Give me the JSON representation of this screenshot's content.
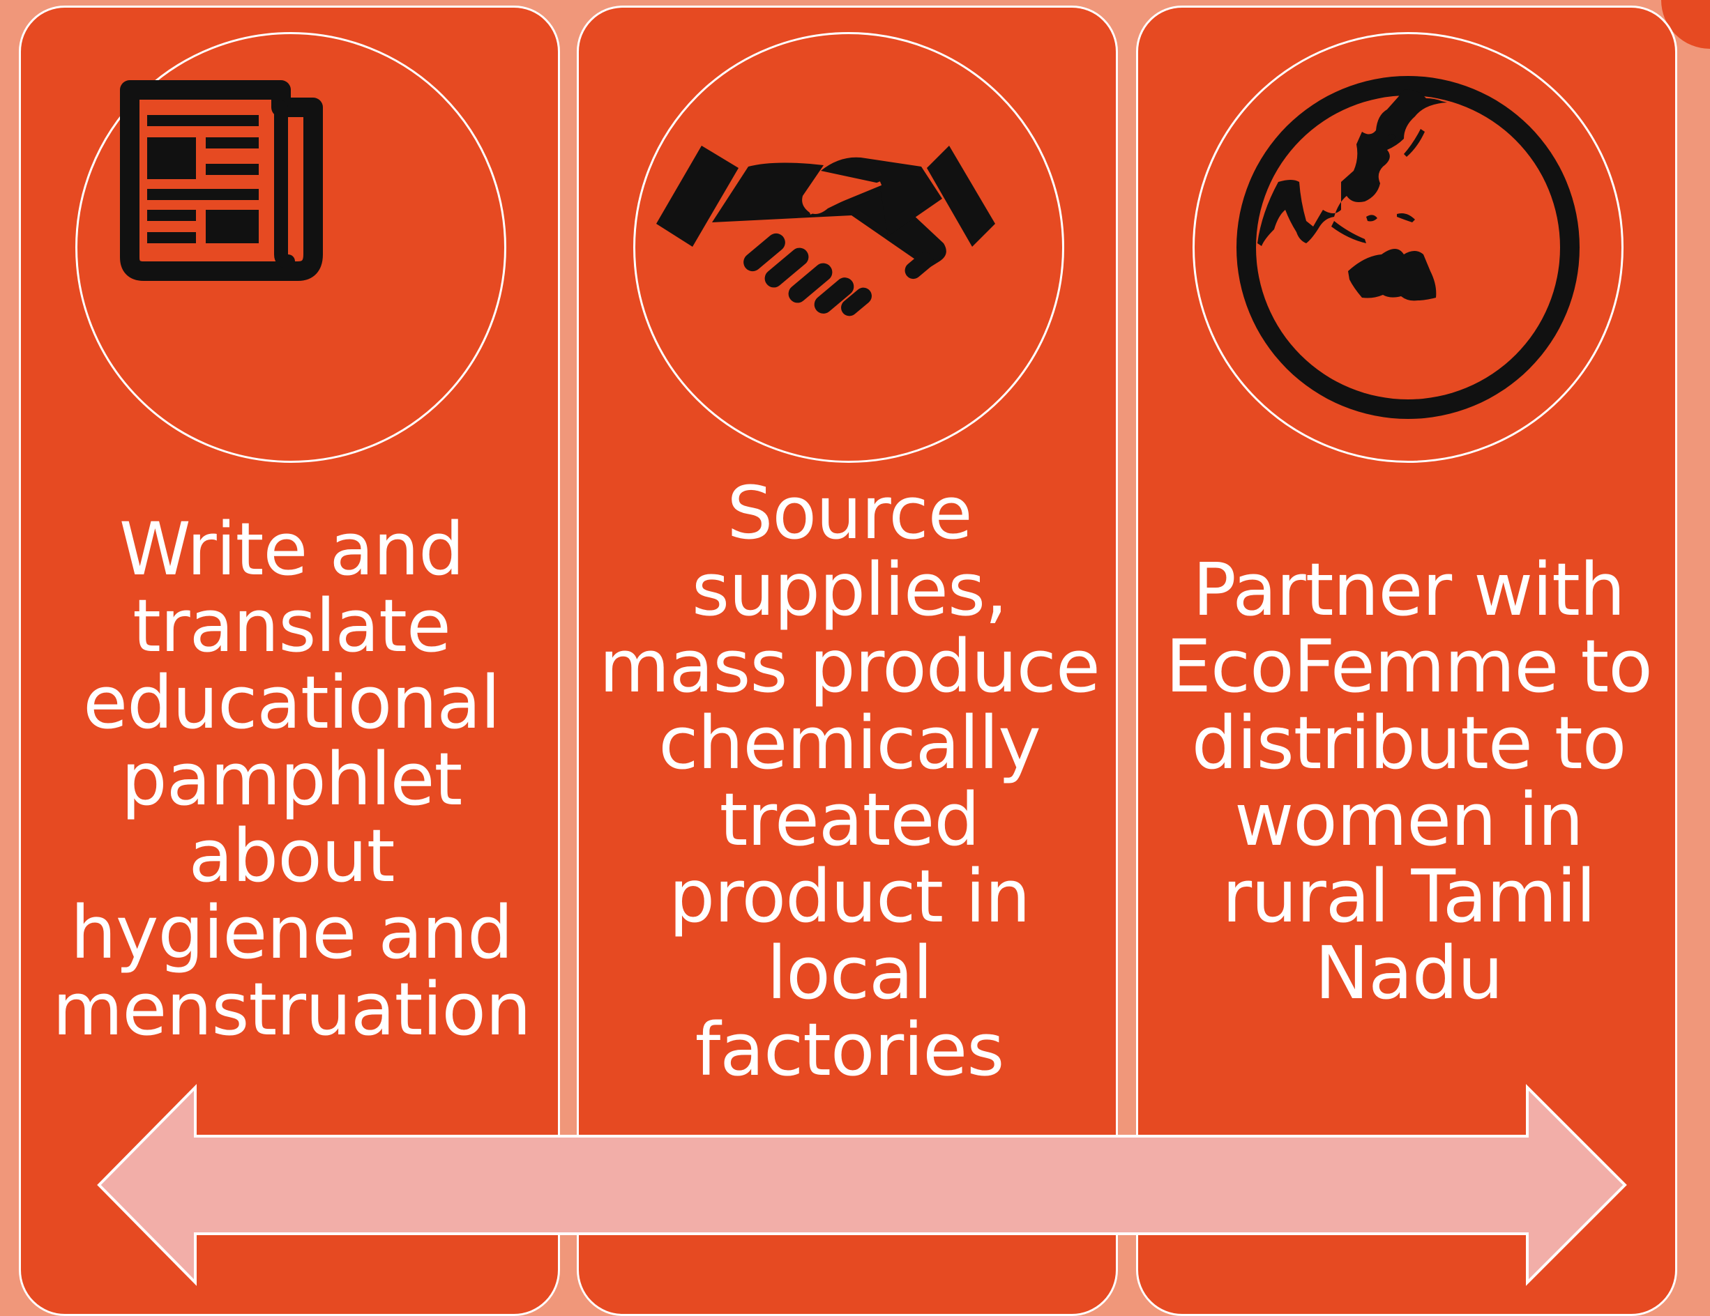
{
  "colors": {
    "background": "#f0977a",
    "panel": "#e64a22",
    "outline": "#ffffff",
    "icon": "#111111",
    "arrow": "#f2aea8"
  },
  "panels": [
    {
      "icon": "newspaper-icon",
      "text": "Write and\ntranslate\neducational\npamphlet\nabout\nhygiene and\nmenstruation"
    },
    {
      "icon": "handshake-icon",
      "text": "Source\nsupplies,\nmass produce\nchemically\ntreated\nproduct in\nlocal\nfactories"
    },
    {
      "icon": "globe-icon",
      "text": "Partner with\nEcoFemme to\ndistribute to\nwomen in\nrural Tamil\nNadu"
    }
  ],
  "arrow": {
    "type": "double-headed"
  }
}
